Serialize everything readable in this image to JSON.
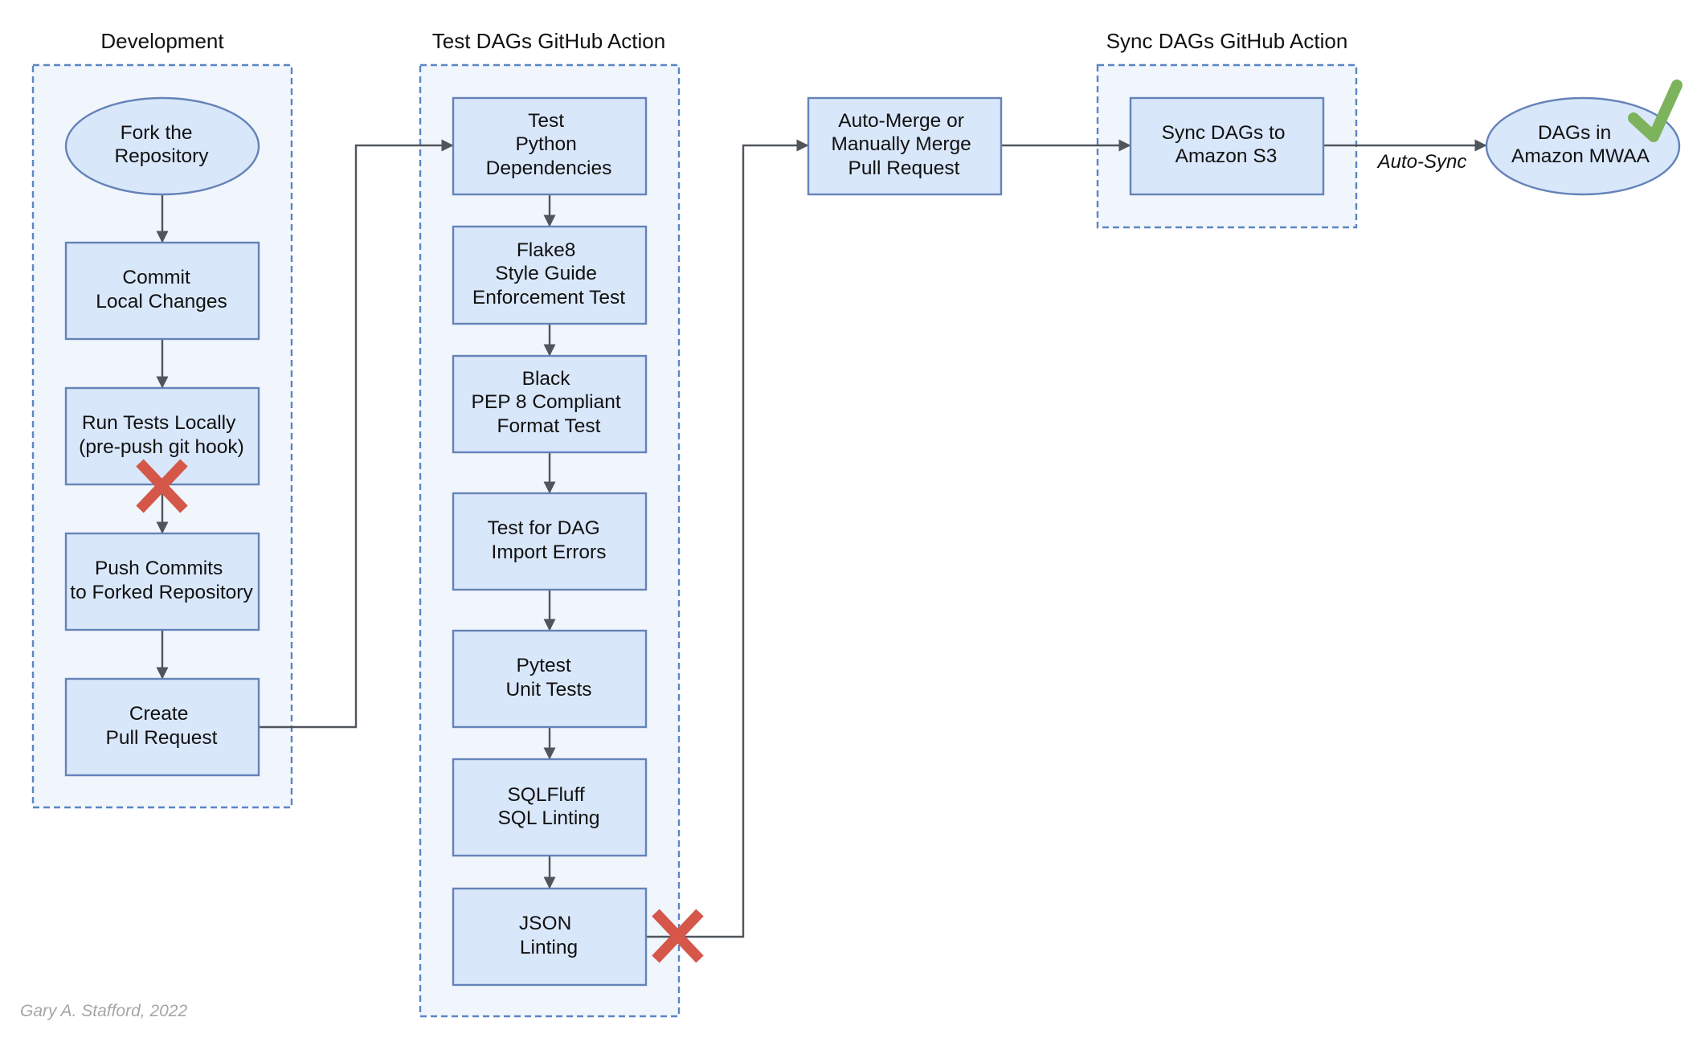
{
  "colors": {
    "group_fill": "#f1f5fc",
    "group_border": "#5a86c4",
    "node_fill": "#d9e7fa",
    "node_border": "#6483b8",
    "edge": "#50555c",
    "fail_mark": "#d4574a",
    "pass_mark": "#7db35c",
    "credit_text": "#a6a6a6"
  },
  "groups": [
    {
      "id": "development",
      "title": "Development"
    },
    {
      "id": "test_dags",
      "title": "Test DAGs GitHub Action"
    },
    {
      "id": "sync_dags",
      "title": "Sync DAGs GitHub Action"
    }
  ],
  "nodes": [
    {
      "id": "fork",
      "group": "development",
      "shape": "ellipse",
      "lines": [
        "Fork the",
        "Repository"
      ]
    },
    {
      "id": "commit",
      "group": "development",
      "shape": "rect",
      "lines": [
        "Commit",
        "Local Changes"
      ]
    },
    {
      "id": "run_tests",
      "group": "development",
      "shape": "rect",
      "lines": [
        "Run Tests Locally",
        "(pre-push git hook)"
      ]
    },
    {
      "id": "push",
      "group": "development",
      "shape": "rect",
      "lines": [
        "Push Commits",
        "to Forked Repository"
      ]
    },
    {
      "id": "pr",
      "group": "development",
      "shape": "rect",
      "lines": [
        "Create",
        "Pull Request"
      ]
    },
    {
      "id": "deps",
      "group": "test_dags",
      "shape": "rect",
      "lines": [
        "Test",
        "Python",
        "Dependencies"
      ]
    },
    {
      "id": "flake8",
      "group": "test_dags",
      "shape": "rect",
      "lines": [
        "Flake8",
        "Style Guide",
        "Enforcement Test"
      ]
    },
    {
      "id": "black",
      "group": "test_dags",
      "shape": "rect",
      "lines": [
        "Black",
        "PEP 8 Compliant",
        "Format Test"
      ]
    },
    {
      "id": "import_errors",
      "group": "test_dags",
      "shape": "rect",
      "lines": [
        "Test for DAG",
        "Import Errors"
      ]
    },
    {
      "id": "pytest",
      "group": "test_dags",
      "shape": "rect",
      "lines": [
        "Pytest",
        "Unit Tests"
      ]
    },
    {
      "id": "sqlfluff",
      "group": "test_dags",
      "shape": "rect",
      "lines": [
        "SQLFluff",
        "SQL Linting"
      ]
    },
    {
      "id": "json",
      "group": "test_dags",
      "shape": "rect",
      "lines": [
        "JSON",
        "Linting"
      ]
    },
    {
      "id": "merge",
      "group": null,
      "shape": "rect",
      "lines": [
        "Auto-Merge or",
        "Manually Merge",
        "Pull Request"
      ]
    },
    {
      "id": "sync_s3",
      "group": "sync_dags",
      "shape": "rect",
      "lines": [
        "Sync DAGs to",
        "Amazon S3"
      ]
    },
    {
      "id": "mwaa",
      "group": null,
      "shape": "ellipse",
      "lines": [
        "DAGs in",
        "Amazon MWAA"
      ]
    }
  ],
  "edges": [
    {
      "from": "fork",
      "to": "commit",
      "label": ""
    },
    {
      "from": "commit",
      "to": "run_tests",
      "label": ""
    },
    {
      "from": "run_tests",
      "to": "push",
      "label": ""
    },
    {
      "from": "push",
      "to": "pr",
      "label": ""
    },
    {
      "from": "pr",
      "to": "deps",
      "label": ""
    },
    {
      "from": "deps",
      "to": "flake8",
      "label": ""
    },
    {
      "from": "flake8",
      "to": "black",
      "label": ""
    },
    {
      "from": "black",
      "to": "import_errors",
      "label": ""
    },
    {
      "from": "import_errors",
      "to": "pytest",
      "label": ""
    },
    {
      "from": "pytest",
      "to": "sqlfluff",
      "label": ""
    },
    {
      "from": "sqlfluff",
      "to": "json",
      "label": ""
    },
    {
      "from": "json",
      "to": "merge",
      "label": ""
    },
    {
      "from": "merge",
      "to": "sync_s3",
      "label": ""
    },
    {
      "from": "sync_s3",
      "to": "mwaa",
      "label": "Auto-Sync"
    }
  ],
  "markers": [
    {
      "type": "fail-x",
      "at": "run_tests"
    },
    {
      "type": "fail-x",
      "at": "json"
    },
    {
      "type": "pass-check",
      "at": "mwaa"
    }
  ],
  "credit": "Gary A. Stafford, 2022"
}
